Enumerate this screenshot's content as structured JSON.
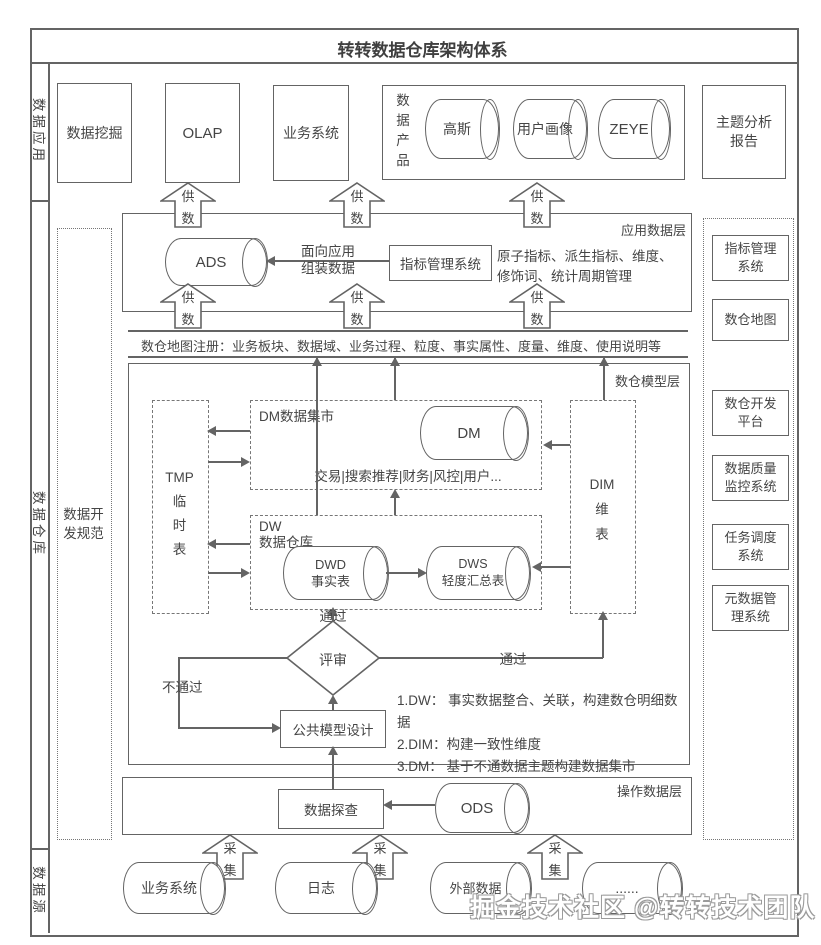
{
  "title": "转转数据仓库架构体系",
  "rail": {
    "app": "数据应用",
    "dw": "数据仓库",
    "src": "数据源"
  },
  "dev_spec": "数据开\n发规范",
  "top_row": {
    "mining": "数据挖掘",
    "olap": "OLAP",
    "biz": "业务系统",
    "products_label": "数\n据\n产\n品",
    "gauss": "高斯",
    "profile": "用户画像",
    "zeye": "ZEYE",
    "report": "主题分析\n报告"
  },
  "arrows": {
    "feed_top": "供",
    "feed_bottom": "数",
    "collect_top": "采",
    "collect_bottom": "集"
  },
  "app_layer": {
    "label": "应用数据层",
    "ads": "ADS",
    "assemble": "面向应用\n组装数据",
    "metric_system": "指标管理系统",
    "metric_note": "原子指标、派生指标、维度、\n修饰词、统计周期管理"
  },
  "map_band": {
    "text": "数仓地图注册：业务板块、数据域、业务过程、粒度、事实属性、度量、维度、使用说明等"
  },
  "model_layer": {
    "label": "数仓模型层",
    "tmp": "TMP\n临\n时\n表",
    "dm_label": "DM数据集市",
    "dm": "DM",
    "dm_domains": "交易|搜索推荐|财务|风控|用户...",
    "dw_label": "DW\n数据仓库",
    "dwd": "DWD\n事实表",
    "dws": "DWS\n轻度汇总表",
    "dim": "DIM\n维\n表",
    "review": "评审",
    "pass": "通过",
    "fail": "不通过",
    "common": "公共模型设计",
    "notes": "1.DW：  事实数据整合、关联，构建数仓明细数据\n2.DIM：构建一致性维度\n3.DM：  基于不通数据主题构建数据集市"
  },
  "ods_layer": {
    "label": "操作数据层",
    "explore": "数据探查",
    "ods": "ODS"
  },
  "source_row": {
    "biz": "业务系统",
    "log": "日志",
    "external": "外部数据",
    "more": "......"
  },
  "right_rail": [
    "指标管理\n系统",
    "数仓地图",
    "数仓开发\n平台",
    "数据质量\n监控系统",
    "任务调度\n系统",
    "元数据管\n理系统"
  ],
  "watermark": "掘金技术社区 @转转技术团队",
  "colors": {
    "line": "#646464",
    "text": "#454545",
    "watermark_outline": "#9b9b9b",
    "background": "#ffffff"
  }
}
